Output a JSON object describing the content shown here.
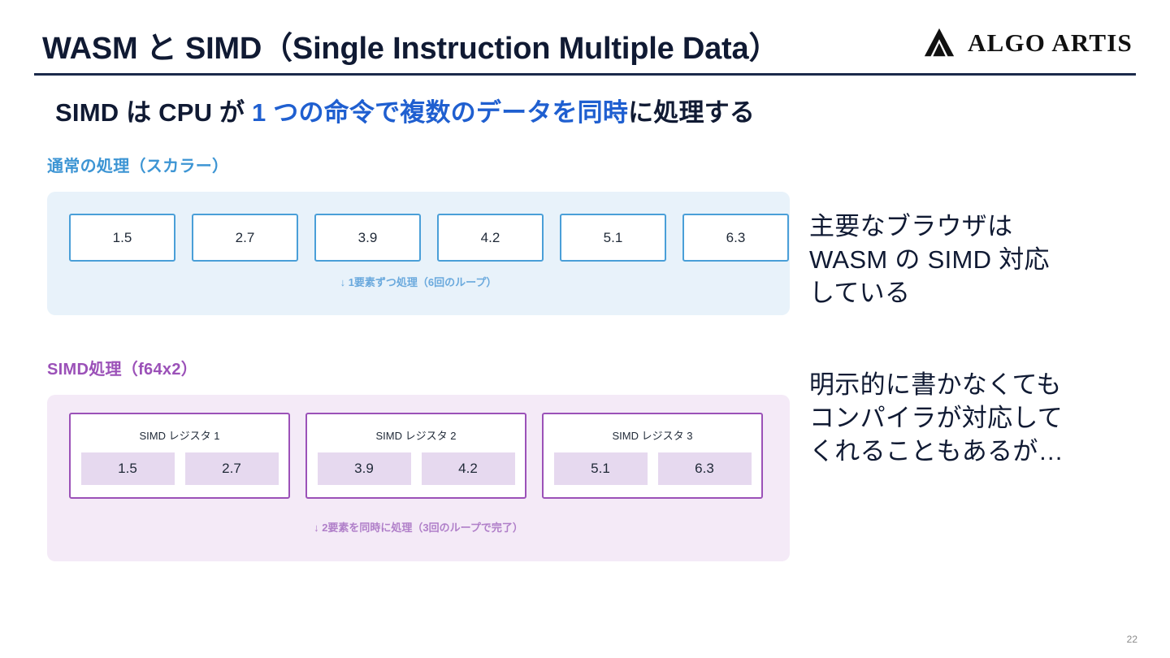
{
  "header": {
    "title": "WASM と SIMD（Single Instruction Multiple Data）",
    "logo_text": "ALGO ARTIS",
    "logo_icon": "mountain-triangle-icon"
  },
  "subtitle": {
    "lead": "SIMD は CPU が ",
    "highlight": "1 つの命令で複数のデータを同時",
    "tail": "に処理する"
  },
  "scalar_section": {
    "label": "通常の処理（スカラー）",
    "values": [
      "1.5",
      "2.7",
      "3.9",
      "4.2",
      "5.1",
      "6.3"
    ],
    "caption": "↓ 1要素ずつ処理（6回のループ）",
    "accent_color": "#3d95d4",
    "panel_color": "#e8f2fa",
    "border_color": "#4a9fd8"
  },
  "simd_section": {
    "label": "SIMD処理（f64x2）",
    "registers": [
      {
        "label": "SIMD レジスタ 1",
        "values": [
          "1.5",
          "2.7"
        ]
      },
      {
        "label": "SIMD レジスタ 2",
        "values": [
          "3.9",
          "4.2"
        ]
      },
      {
        "label": "SIMD レジスタ 3",
        "values": [
          "5.1",
          "6.3"
        ]
      }
    ],
    "caption": "↓ 2要素を同時に処理（3回のループで完了）",
    "accent_color": "#9b51b8",
    "panel_color": "#f4eaf7",
    "cell_color": "#e6d9ef"
  },
  "notes": {
    "browser": "主要なブラウザは\nWASM の SIMD 対応\nしている",
    "compiler": "明示的に書かなくても\nコンパイラが対応して\nくれることもあるが…"
  },
  "page_number": "22"
}
